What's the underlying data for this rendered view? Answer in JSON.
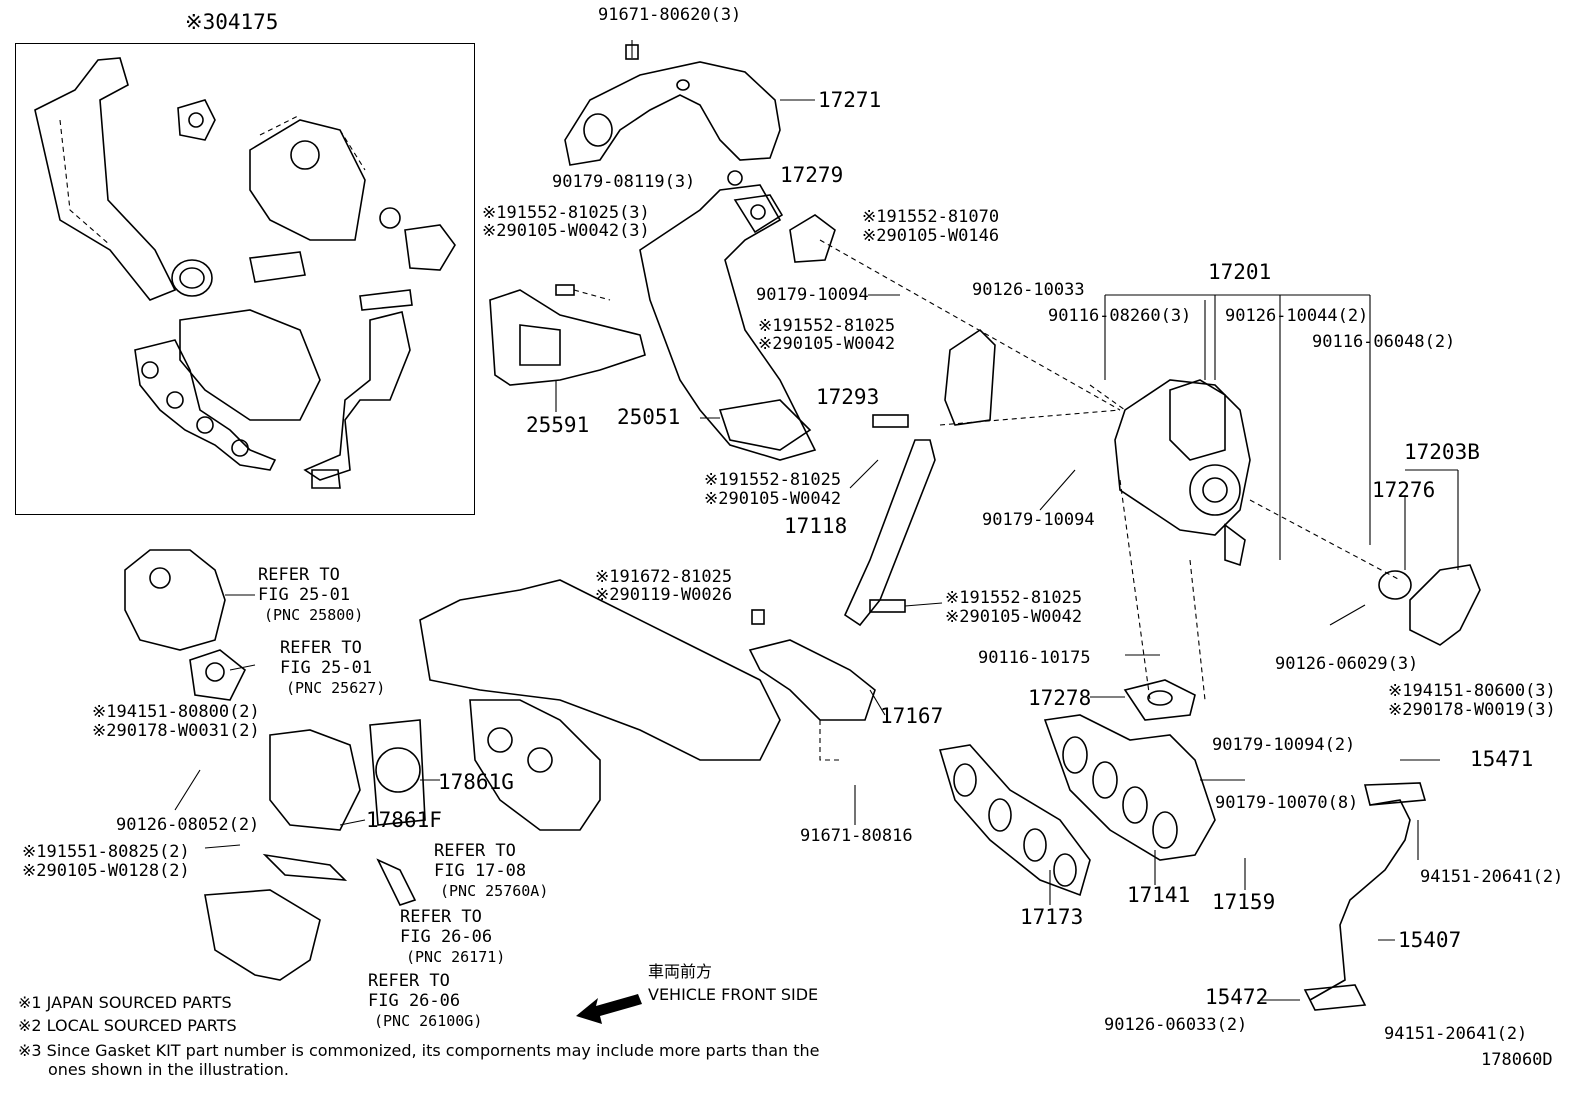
{
  "kit": {
    "number": "※304175"
  },
  "labels": {
    "p91671_80620": "91671-80620(3)",
    "p17271": "17271",
    "p90179_08119": "90179-08119(3)",
    "p17279": "17279",
    "p191552_81025_a": "※191552-81025(3)",
    "p290105_W0042_a": "※290105-W0042(3)",
    "p191552_81070": "※191552-81070",
    "p290105_W0146": "※290105-W0146",
    "p17201": "17201",
    "p90126_10033": "90126-10033",
    "p90179_10094_a": "90179-10094",
    "p90116_08260": "90116-08260(3)",
    "p90126_10044": "90126-10044(2)",
    "p90116_06048": "90116-06048(2)",
    "p191552_81025_b": "※191552-81025",
    "p290105_W0042_b": "※290105-W0042",
    "p25591": "25591",
    "p25051": "25051",
    "p17293": "17293",
    "p191552_81025_c": "※191552-81025",
    "p290105_W0042_c": "※290105-W0042",
    "p17118": "17118",
    "p90179_10094_b": "90179-10094",
    "p17203B": "17203B",
    "p17276": "17276",
    "p191_91672_81025": "※191672-81025",
    "p290119_W0026": "※290119-W0026",
    "p191552_81025_d": "※191552-81025",
    "p290105_W0042_d": "※290105-W0042",
    "p90116_10175": "90116-10175",
    "p90126_06029": "90126-06029(3)",
    "p17167": "17167",
    "p17278": "17278",
    "p194151_80600": "※194151-80600(3)",
    "p290178_W0019": "※290178-W0019(3)",
    "p194151_80800": "※194151-80800(2)",
    "p290178_W0031": "※290178-W0031(2)",
    "p17861G": "17861G",
    "p17861F": "17861F",
    "p90126_08052": "90126-08052(2)",
    "p91671_80816": "91671-80816",
    "p90179_10094_c": "90179-10094(2)",
    "p15471": "15471",
    "p90179_10070": "90179-10070(8)",
    "p191551_80825": "※191551-80825(2)",
    "p290105_W0128": "※290105-W0128(2)",
    "p94151_20641_a": "94151-20641(2)",
    "p17173": "17173",
    "p17141": "17141",
    "p17159": "17159",
    "p15407": "15407",
    "p15472": "15472",
    "p90126_06033": "90126-06033(2)",
    "p94151_20641_b": "94151-20641(2)",
    "figure_id": "178060D"
  },
  "references": [
    {
      "line1": "REFER TO",
      "line2": "FIG 25-01",
      "pnc": "(PNC 25800)"
    },
    {
      "line1": "REFER TO",
      "line2": "FIG 25-01",
      "pnc": "(PNC 25627)"
    },
    {
      "line1": "REFER TO",
      "line2": "FIG 17-08",
      "pnc": "(PNC 25760A)"
    },
    {
      "line1": "REFER TO",
      "line2": "FIG 26-06",
      "pnc": "(PNC 26171)"
    },
    {
      "line1": "REFER TO",
      "line2": "FIG 26-06",
      "pnc": "(PNC 26100G)"
    }
  ],
  "direction": {
    "jp": "車両前方",
    "en": "VEHICLE FRONT SIDE"
  },
  "notes": {
    "n1": "※1 JAPAN SOURCED PARTS",
    "n2": "※2 LOCAL SOURCED PARTS",
    "n3a": "※3 Since Gasket KIT part number is commonized, its compornents may include more parts than the",
    "n3b": "ones shown in the illustration."
  }
}
